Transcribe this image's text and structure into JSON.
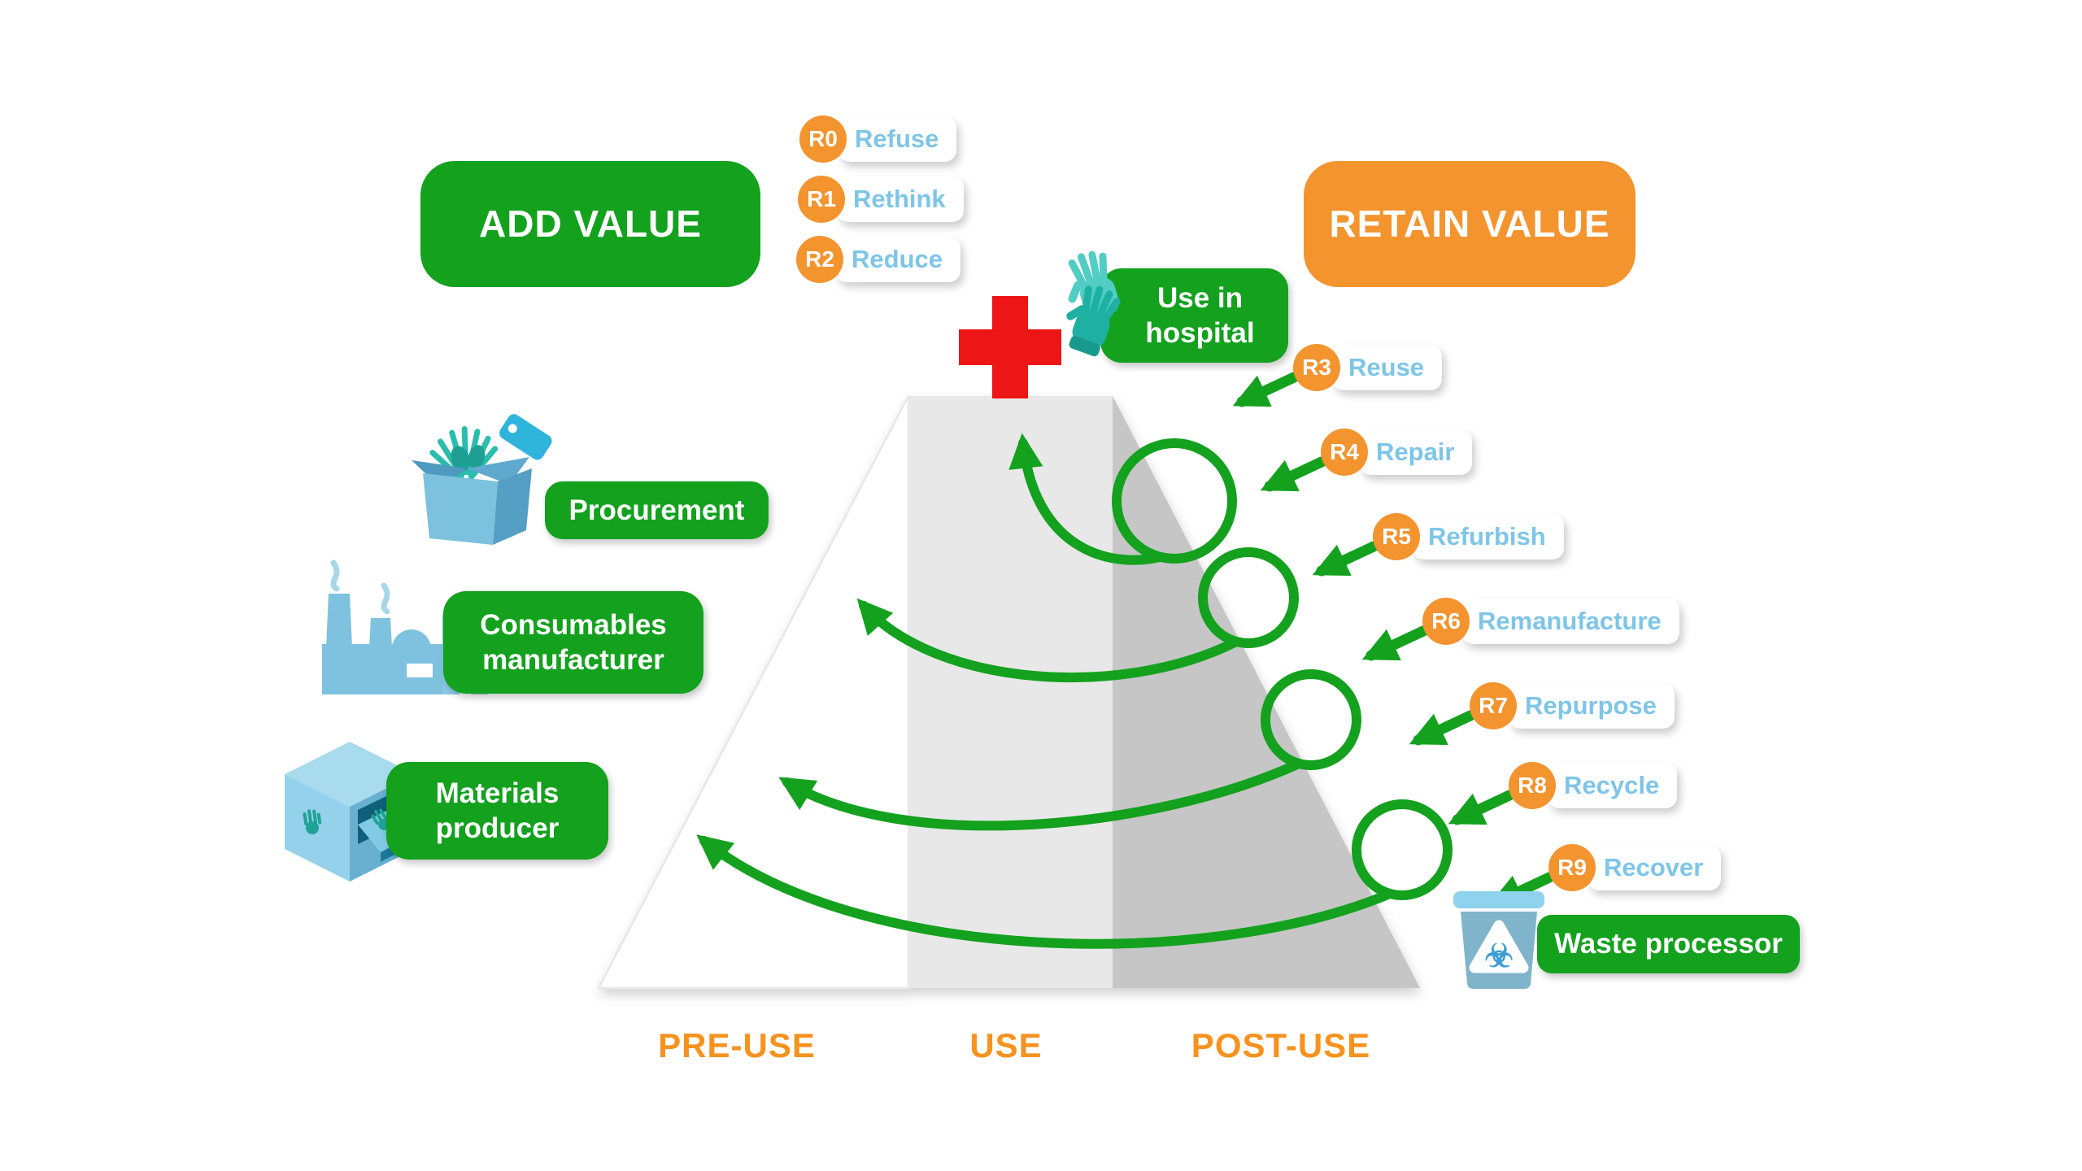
{
  "titles": {
    "add_value": "ADD VALUE",
    "retain_value": "RETAIN VALUE"
  },
  "r_top": [
    {
      "id": "R0",
      "label": "Refuse"
    },
    {
      "id": "R1",
      "label": "Rethink"
    },
    {
      "id": "R2",
      "label": "Reduce"
    }
  ],
  "r_right": [
    {
      "id": "R3",
      "label": "Reuse"
    },
    {
      "id": "R4",
      "label": "Repair"
    },
    {
      "id": "R5",
      "label": "Refurbish"
    },
    {
      "id": "R6",
      "label": "Remanufacture"
    },
    {
      "id": "R7",
      "label": "Repurpose"
    },
    {
      "id": "R8",
      "label": "Recycle"
    },
    {
      "id": "R9",
      "label": "Recover"
    }
  ],
  "nodes": {
    "use_in_hospital": {
      "line1": "Use in",
      "line2": "hospital"
    },
    "procurement": {
      "label": "Procurement"
    },
    "consumables_manufacturer": {
      "line1": "Consumables",
      "line2": "manufacturer"
    },
    "materials_producer": {
      "line1": "Materials",
      "line2": "producer"
    },
    "waste_processor": {
      "label": "Waste processor"
    }
  },
  "stages": [
    {
      "label": "PRE-USE"
    },
    {
      "label": "USE"
    },
    {
      "label": "POST-USE"
    }
  ],
  "icons": {
    "use_in_hospital": "surgical-gloves-icon",
    "procurement": "supply-box-with-tag-icon",
    "consumables_manufacturer": "factory-icon",
    "materials_producer": "materials-machine-icon",
    "waste_processor": "biohazard-bin-icon",
    "hospital": "red-cross-icon",
    "biohazard_glyph": "☣"
  },
  "colors": {
    "green": "#13A11E",
    "orange": "#F3942F",
    "stage_orange": "#F6921E",
    "label_blue": "#7EC5E8",
    "red": "#ED1515",
    "pyramid_mid": "#E8E8E8",
    "pyramid_dark": "#C5C6C5",
    "icon_blue": "#7EC2E0",
    "teal": "#2ABDAE"
  }
}
